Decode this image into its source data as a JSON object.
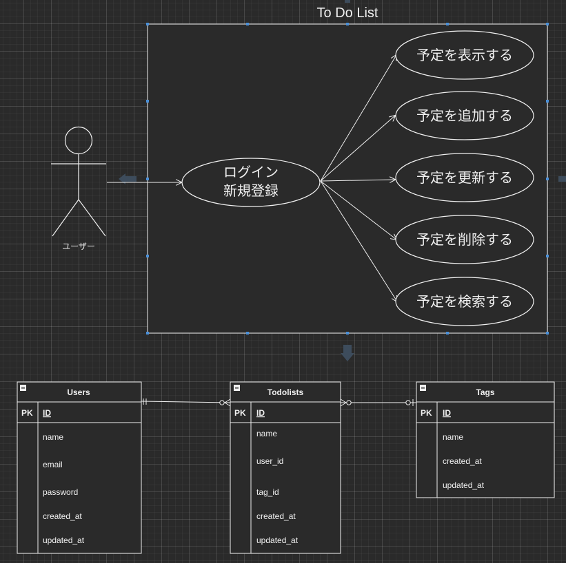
{
  "system_title": "To Do List",
  "actor": {
    "label": "ユーザー"
  },
  "login_usecase": {
    "line1": "ログイン",
    "line2": "新規登録"
  },
  "usecases": [
    "予定を表示する",
    "予定を追加する",
    "予定を更新する",
    "予定を削除する",
    "予定を検索する"
  ],
  "tables": {
    "users": {
      "title": "Users",
      "pk_label": "PK",
      "pk_field": "ID",
      "fields": [
        "name",
        "email",
        "password",
        "created_at",
        "updated_at"
      ]
    },
    "todolists": {
      "title": "Todolists",
      "pk_label": "PK",
      "pk_field": "ID",
      "fields": [
        "name",
        "user_id",
        "tag_id",
        "created_at",
        "updated_at"
      ]
    },
    "tags": {
      "title": "Tags",
      "pk_label": "PK",
      "pk_field": "ID",
      "fields": [
        "name",
        "created_at",
        "updated_at"
      ]
    }
  },
  "colors": {
    "background": "#2a2a2a",
    "stroke": "#f0f0f0",
    "fill": "#2a2a2a",
    "selection_handle": "#4a90d9",
    "dim_arrow": "#3d4c5c"
  }
}
